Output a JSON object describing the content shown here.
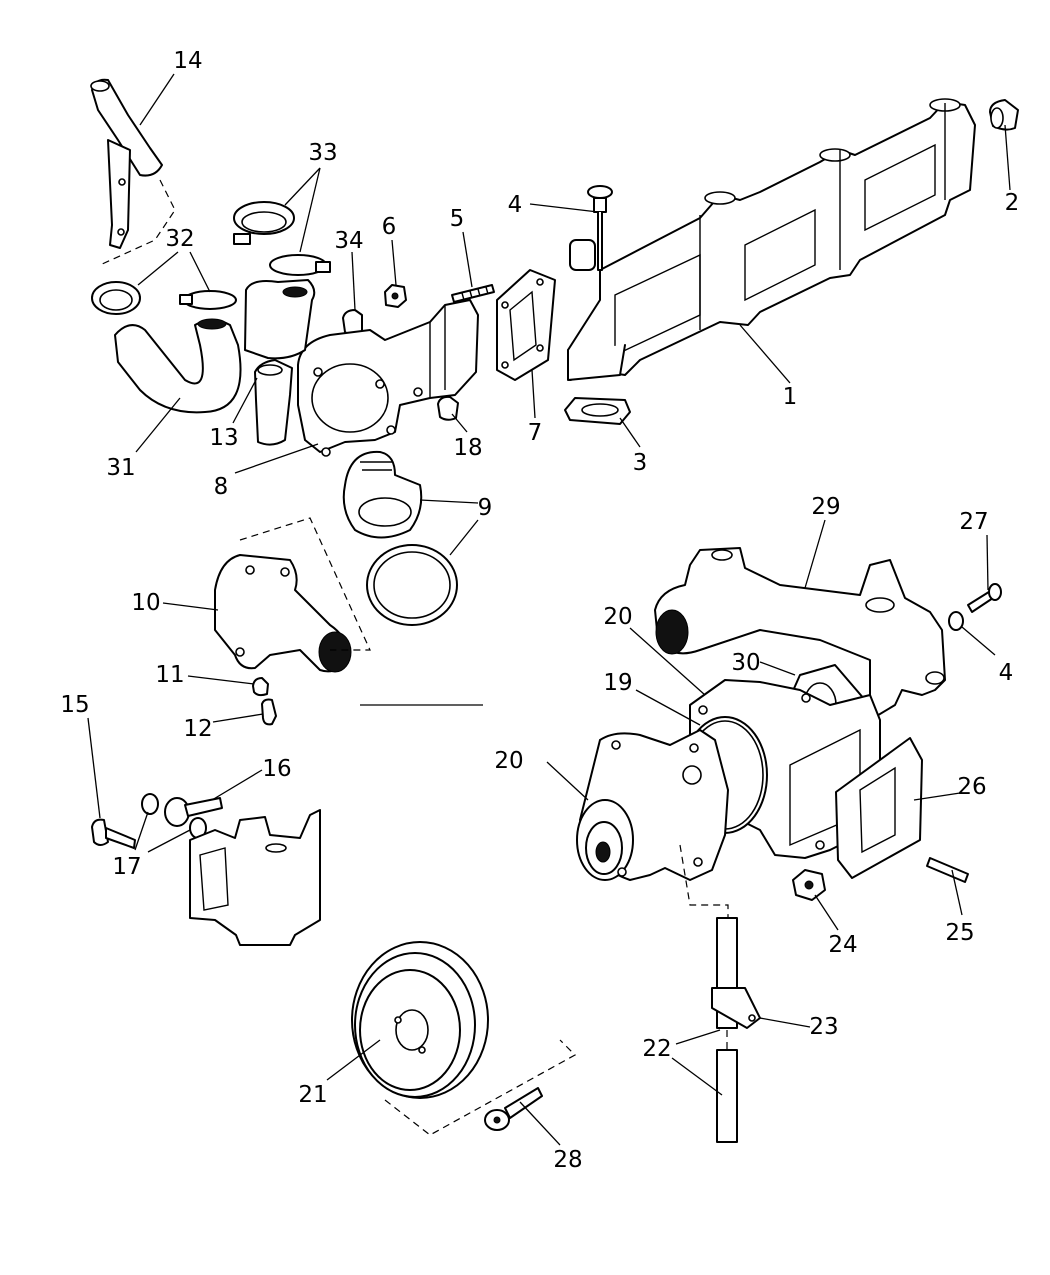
{
  "callouts": [
    "1",
    "2",
    "3",
    "4",
    "5",
    "6",
    "7",
    "8",
    "9",
    "10",
    "11",
    "12",
    "13",
    "14",
    "15",
    "16",
    "17",
    "18",
    "19",
    "20",
    "21",
    "22",
    "23",
    "24",
    "25",
    "26",
    "27",
    "28",
    "29",
    "30",
    "31",
    "32",
    "33",
    "34"
  ],
  "colors": {
    "background": "#ffffff",
    "line": "#000000"
  }
}
